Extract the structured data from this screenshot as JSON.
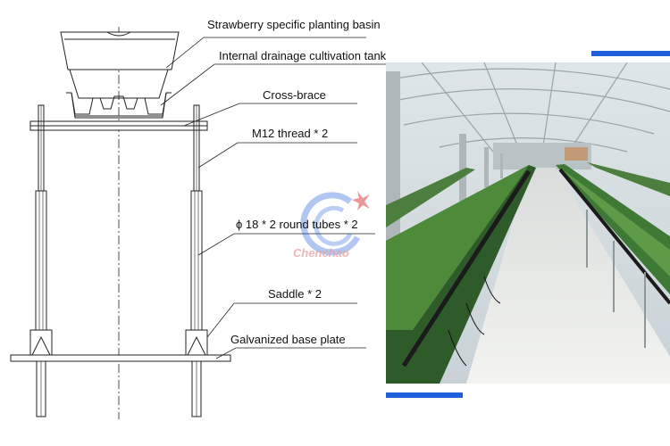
{
  "labels": {
    "basin": "Strawberry specific planting basin",
    "tank": "Internal drainage cultivation tank",
    "brace": "Cross-brace",
    "thread": "M12 thread * 2",
    "tubes": "18 * 2 round tubes * 2",
    "tubes_symbol": "ϕ",
    "saddle": "Saddle * 2",
    "base": "Galvanized base plate"
  },
  "watermark": {
    "brand": "Chenchao"
  },
  "colors": {
    "line": "#222222",
    "accent": "#1f5fd9",
    "watermark_blue": "#1f5fd9",
    "watermark_red": "#e05050"
  }
}
